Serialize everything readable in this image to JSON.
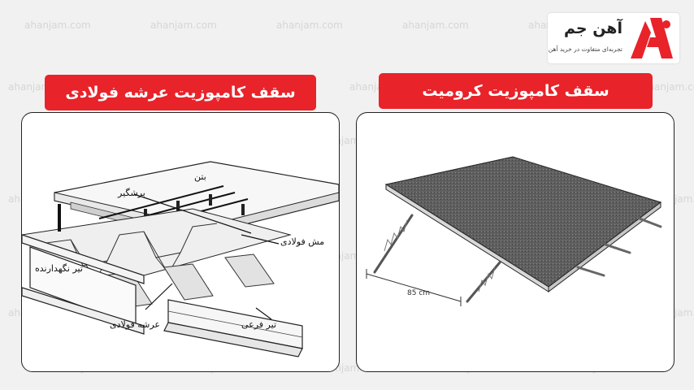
{
  "watermark": "ahanjam.com",
  "logo": {
    "name": "آهن جم",
    "tagline": "تجربه‌ای متفاوت در خرید آهن",
    "brand_color": "#e8232a"
  },
  "left_panel": {
    "title": "سقف کامپوزیت عرشه فولادی",
    "labels": {
      "concrete": "بتن",
      "shear_connector": "برشگیر",
      "steel_mesh": "مش فولادی",
      "main_beam": "تیر نگهدارنده",
      "steel_deck": "عرشه فولادی",
      "secondary_beam": "تیر فرعی"
    }
  },
  "right_panel": {
    "title": "سقف کامپوزیت کرومیت",
    "dimension": "85 cm"
  },
  "colors": {
    "accent": "#e8232a",
    "background": "#f1f1f1",
    "concrete_top": "#5f5f5f"
  }
}
